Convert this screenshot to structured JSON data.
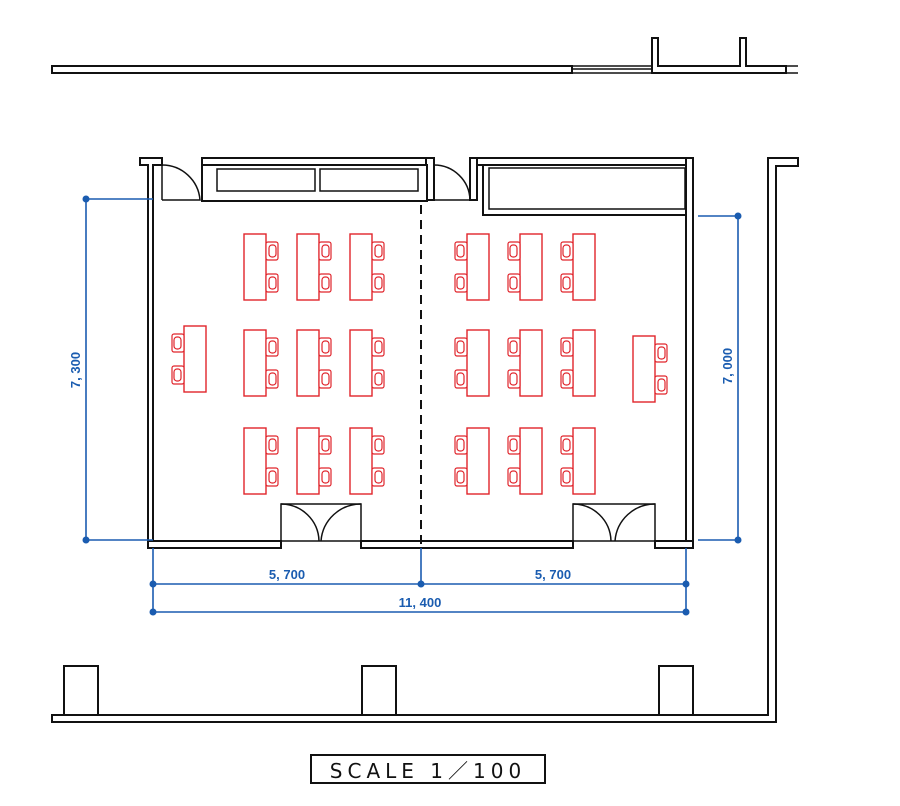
{
  "dimensions": {
    "left_height": "7, 300",
    "right_height": "7, 000",
    "left_width": "5, 700",
    "right_width": "5, 700",
    "total_width": "11, 400"
  },
  "scale_label": "SCALE  1／100",
  "colors": {
    "wall": "#111111",
    "dimension": "#1a5cb0",
    "furniture": "#e0242b"
  }
}
